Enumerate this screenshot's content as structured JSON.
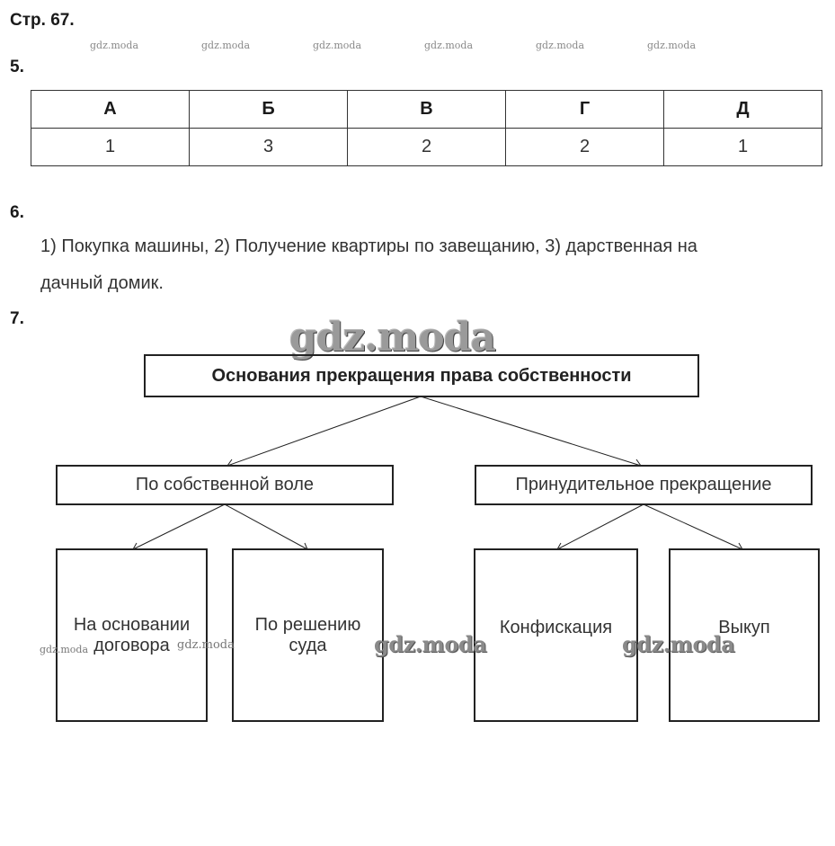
{
  "header": {
    "page_label": "Стр. 67."
  },
  "watermark": {
    "text": "gdz.moda"
  },
  "task5": {
    "number": "5.",
    "columns": [
      "А",
      "Б",
      "В",
      "Г",
      "Д"
    ],
    "values": [
      "1",
      "3",
      "2",
      "2",
      "1"
    ]
  },
  "task6": {
    "number": "6.",
    "line1": "1) Покупка машины, 2) Получение квартиры по завещанию, 3) дарственная на",
    "line2": "дачный домик."
  },
  "task7": {
    "number": "7.",
    "root": "Основания прекращения права собственности",
    "branches": [
      {
        "label": "По собственной воле",
        "children": [
          "На основании договора",
          "По решению суда"
        ]
      },
      {
        "label": "Принудительное прекращение",
        "children": [
          "Конфискация",
          "Выкуп"
        ]
      }
    ]
  }
}
